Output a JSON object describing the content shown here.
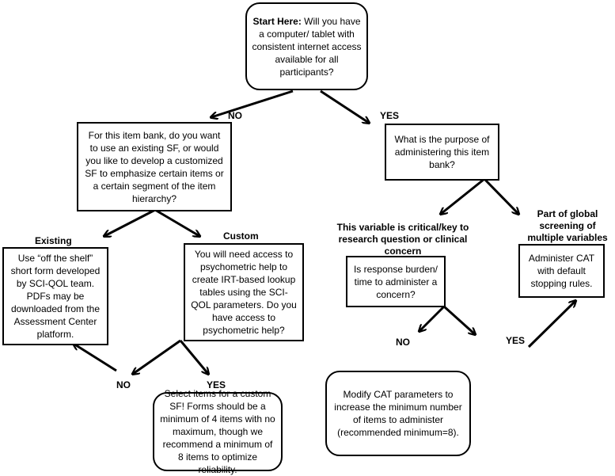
{
  "start": {
    "bold": "Start Here:",
    "text": " Will you have a computer/ tablet with consistent internet access available for all participants?"
  },
  "branches": {
    "top_no": "NO",
    "top_yes": "YES",
    "bottom_left_no": "NO",
    "bottom_left_yes": "YES",
    "bottom_right_no": "NO",
    "bottom_right_yes": "YES"
  },
  "itembank_question": "For this item bank, do you want to use an existing SF, or would you like to develop a customized SF to emphasize certain items or a certain segment of the item hierarchy?",
  "purpose_question": "What is the purpose of administering this item bank?",
  "labels": {
    "existing": "Existing",
    "custom": "Custom",
    "critical": "This variable is critical/key to research question or clinical concern",
    "global": "Part of global screening of multiple variables"
  },
  "existing_box": "Use “off the shelf” short form developed by SCI-QOL team. PDFs may be downloaded from the Assessment Center platform.",
  "custom_box": "You will need access to psychometric help to create IRT-based lookup tables using the SCI-QOL parameters. Do you have access to psychometric help?",
  "select_items_box": "Select items for a custom SF! Forms should be a minimum of 4 items with no maximum, though we recommend a minimum of 8 items to optimize reliability.",
  "burden_box": "Is response burden/ time to administer a concern?",
  "modify_box": "Modify CAT parameters to increase the minimum number of items to administer (recommended minimum=8).",
  "administer_box": "Administer CAT with default stopping rules."
}
